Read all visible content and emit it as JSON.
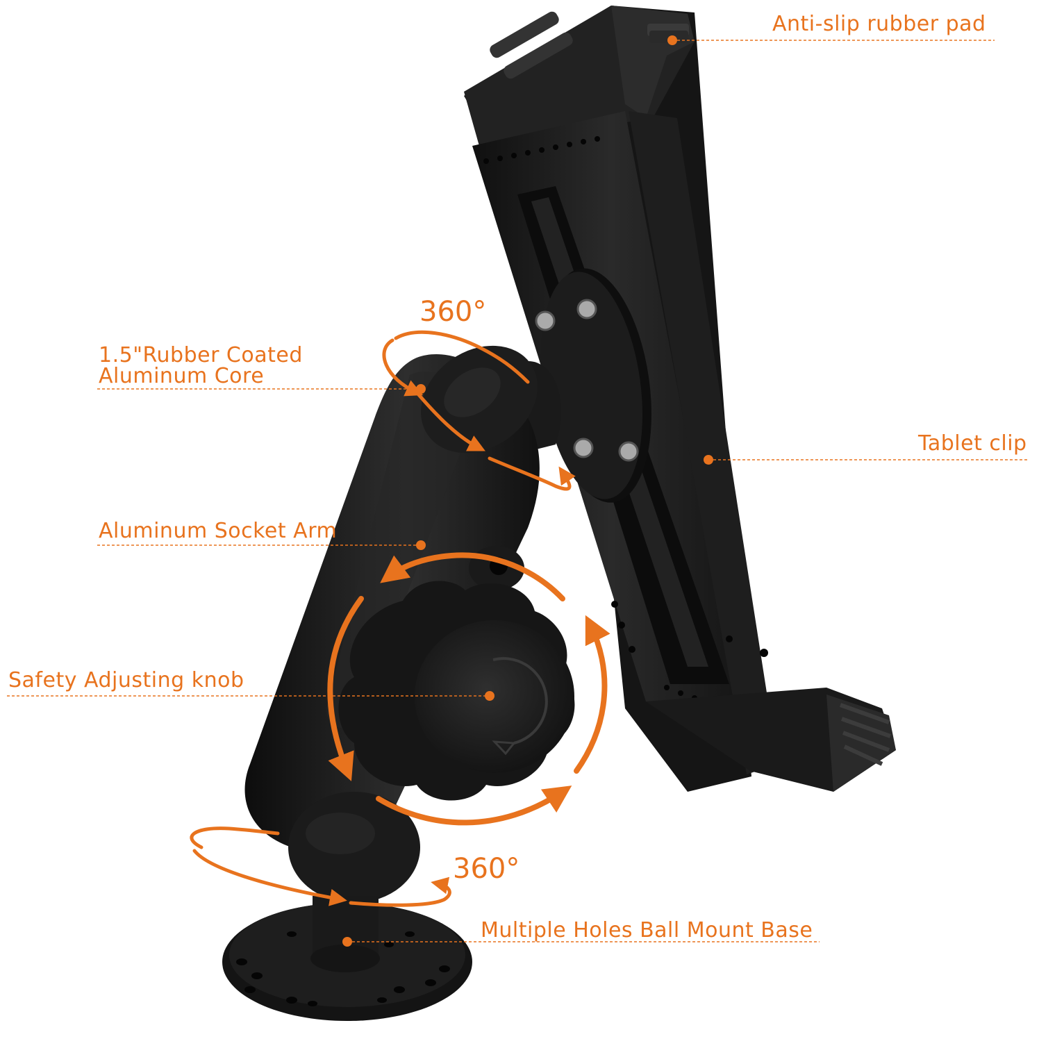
{
  "callouts": {
    "anti_slip_pad": "Anti-slip rubber pad",
    "rubber_core_line1": "1.5\"Rubber Coated",
    "rubber_core_line2": "Aluminum Core",
    "tablet_clip": "Tablet clip",
    "socket_arm": "Aluminum Socket Arm",
    "adjusting_knob": "Safety Adjusting knob",
    "mount_base": "Multiple Holes Ball Mount Base"
  },
  "rotation": {
    "top_degrees": "360°",
    "bottom_degrees": "360°"
  },
  "colors": {
    "accent": "#e8731e",
    "product": "#1c1c1c",
    "product_highlight": "#3a3a3a"
  }
}
